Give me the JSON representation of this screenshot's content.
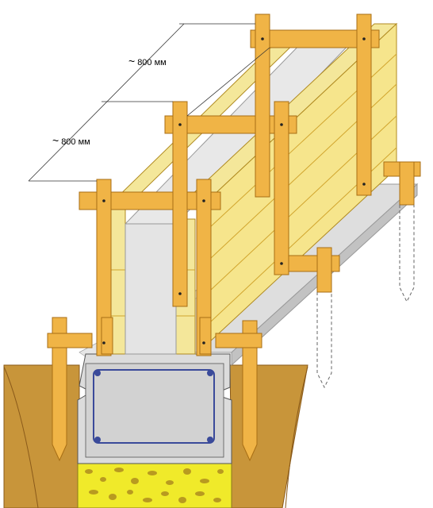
{
  "dimensions": {
    "approx_symbol": "~",
    "spacing_top": "800 мм",
    "spacing_side": "800 мм"
  },
  "colors": {
    "ground": "#c8953a",
    "ground_dark": "#8a5a1a",
    "gravel": "#f0ea2a",
    "gravel_dots": "#b89a20",
    "concrete": "#d6d6d6",
    "concrete_dark": "#b8b8b8",
    "board_yellow": "#f4e79a",
    "board_edge": "#e3b63b",
    "timber": "#f0b446",
    "timber_edge": "#a86e14",
    "rebar": "#3a4a9a",
    "outline": "#333333"
  },
  "parts": [
    "ground-trench",
    "gravel-bed",
    "concrete-footing",
    "reinforcement-cage",
    "formwork-board-walls",
    "timber-posts",
    "timber-crossbars",
    "timber-stakes",
    "dimension-lines"
  ]
}
